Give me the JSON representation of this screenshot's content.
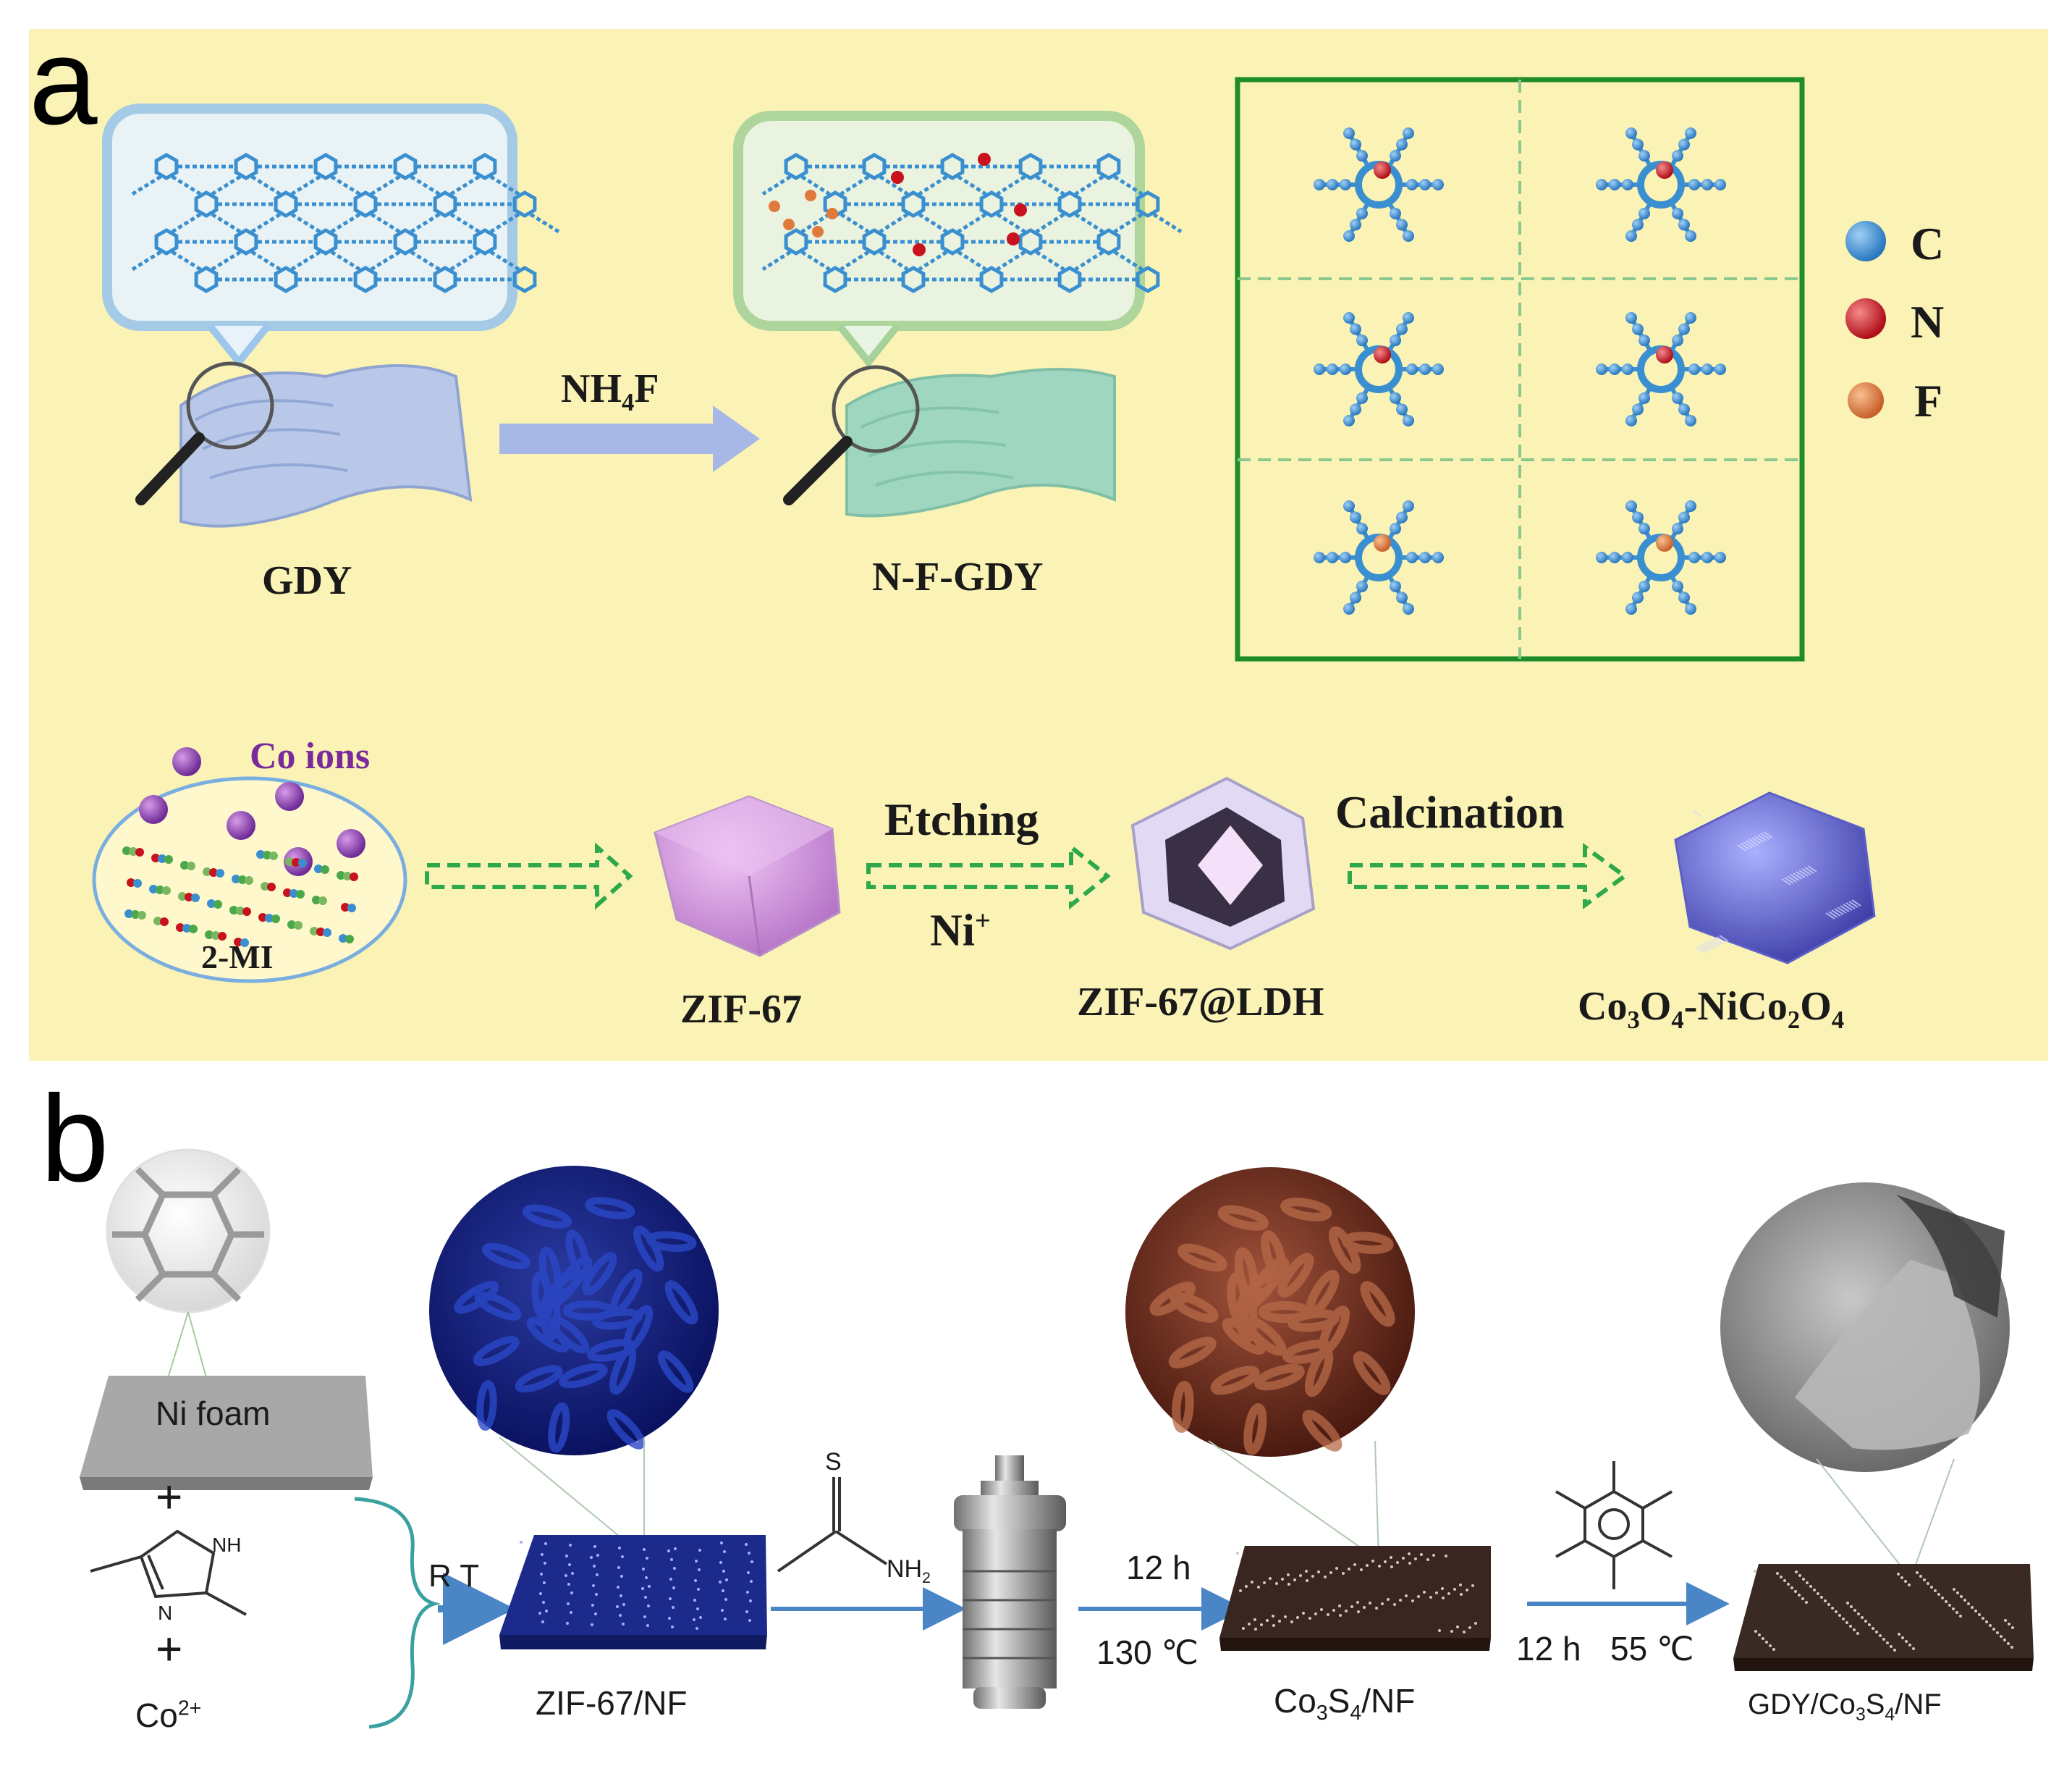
{
  "panel_a": {
    "letter": "a",
    "gdy_label": "GDY",
    "reagent": "NH4F",
    "nfgdy_label": "N-F-GDY",
    "legend": [
      {
        "symbol": "C",
        "color": "#3d8fd1"
      },
      {
        "symbol": "N",
        "color": "#c8121e"
      },
      {
        "symbol": "F",
        "color": "#e07a3a"
      }
    ],
    "co_ions": "Co ions",
    "precursor": "2-MI",
    "zif67": "ZIF-67",
    "etching": "Etching",
    "ni_ion": "Ni+",
    "zif67_ldh": "ZIF-67@LDH",
    "calcination": "Calcination",
    "product": "Co3O4-NiCo2O4"
  },
  "panel_b": {
    "letter": "b",
    "ni_foam": "Ni foam",
    "plus1": "+",
    "plus2": "+",
    "nh_label": "NH",
    "n_label": "N",
    "cobalt_ion": "Co2+",
    "rt": "R T",
    "zif_nf": "ZIF-67/NF",
    "s_label": "S",
    "nh2_label": "NH2",
    "time1": "12 h",
    "temp1": "130 ℃",
    "co3s4_nf": "Co3S4/NF",
    "time2": "12 h",
    "temp2": "55 ℃",
    "gdy_co3s4_nf": "GDY/Co3S4/NF"
  }
}
